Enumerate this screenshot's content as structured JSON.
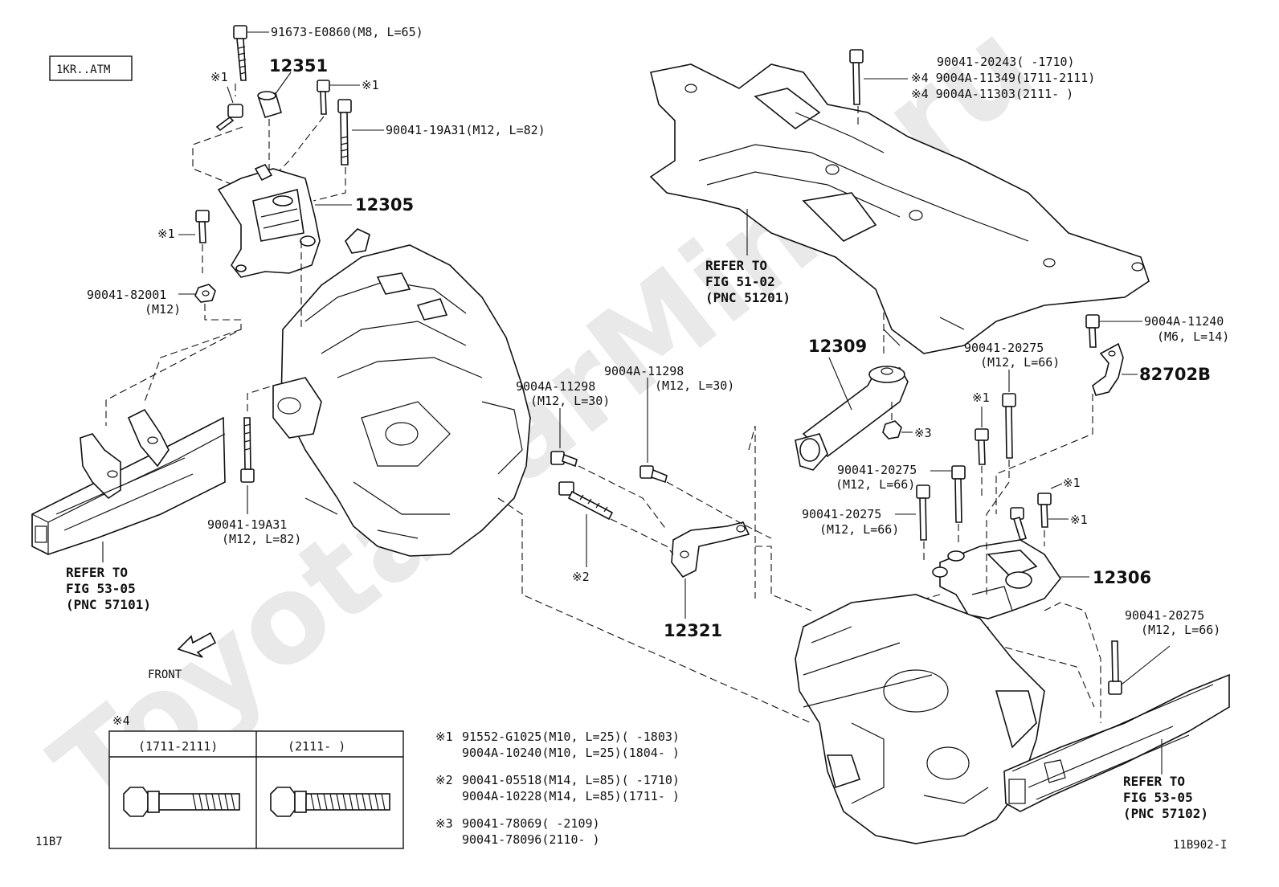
{
  "watermark": "ToyotaCarMine.ru",
  "header": {
    "model_tag": "1KR..ATM"
  },
  "footer": {
    "left_code": "11B7",
    "right_code": "11B902-I"
  },
  "front_label": "FRONT",
  "pnc": {
    "p12351": "12351",
    "p12305": "12305",
    "p12309": "12309",
    "p82702b": "82702B",
    "p12306": "12306",
    "p12321": "12321"
  },
  "callouts": {
    "top_bolt": "91673-E0860(M8, L=65)",
    "mark1_a": "※1",
    "mark1_b": "※1",
    "mark1_c": "※1",
    "bolt_19a31_top": "90041-19A31(M12, L=82)",
    "nut_82001": "90041-82001",
    "nut_82001_spec": "(M12)",
    "bolt_19a31_bottom": "90041-19A31",
    "bolt_19a31_bottom_spec": "(M12, L=82)",
    "crossmember_1": "90041-20243(      -1710)",
    "crossmember_2": "※4 9004A-11349(1711-2111)",
    "crossmember_3": "※4 9004A-11303(2111-      )",
    "bracket_bolt_1": "9004A-11298",
    "bracket_bolt_1_spec": "(M12, L=30)",
    "bracket_bolt_2": "9004A-11298",
    "bracket_bolt_2_spec": "(M12, L=30)",
    "mark2": "※2",
    "mark3": "※3",
    "bolt_20275_a": "90041-20275",
    "bolt_20275_a_spec": "(M12, L=66)",
    "mark1_d": "※1",
    "bolt_20275_b": "90041-20275",
    "bolt_20275_b_spec": "(M12, L=66)",
    "bolt_20275_c": "90041-20275",
    "bolt_20275_c_spec": "(M12, L=66)",
    "mark1_e": "※1",
    "mark1_f": "※1",
    "bolt_20275_d": "90041-20275",
    "bolt_20275_d_spec": "(M12, L=66)",
    "bolt_11240": "9004A-11240",
    "bolt_11240_spec": "(M6, L=14)"
  },
  "refs": {
    "crossmember": [
      "REFER TO",
      "FIG 51-02",
      "(PNC 51201)"
    ],
    "left_frame": [
      "REFER TO",
      "FIG 53-05",
      "(PNC 57101)"
    ],
    "right_frame": [
      "REFER TO",
      "FIG 53-05",
      "(PNC 57102)"
    ]
  },
  "note4": {
    "title": "※4",
    "col1": "(1711-2111)",
    "col2": "(2111-      )"
  },
  "notes": [
    {
      "mark": "※1",
      "line1": "91552-G1025(M10, L=25)(      -1803)",
      "line2": "9004A-10240(M10, L=25)(1804-      )"
    },
    {
      "mark": "※2",
      "line1": "90041-05518(M14, L=85)(      -1710)",
      "line2": "9004A-10228(M14, L=85)(1711-      )"
    },
    {
      "mark": "※3",
      "line1": "90041-78069(      -2109)",
      "line2": "90041-78096(2110-      )"
    }
  ]
}
